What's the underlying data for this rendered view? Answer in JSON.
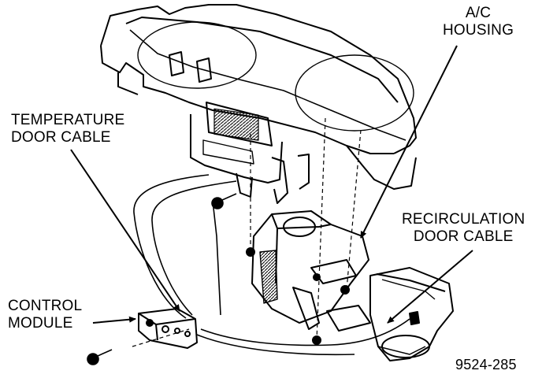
{
  "labels": {
    "ac_housing": [
      "A/C",
      "HOUSING"
    ],
    "temperature_door_cable": [
      "TEMPERATURE",
      "DOOR CABLE"
    ],
    "recirculation_door_cable": [
      "RECIRCULATION",
      "DOOR CABLE"
    ],
    "control_module": [
      "CONTROL",
      "MODULE"
    ]
  },
  "figure_number": "9524-285",
  "colors": {
    "ink": "#000000",
    "paper": "#ffffff"
  }
}
